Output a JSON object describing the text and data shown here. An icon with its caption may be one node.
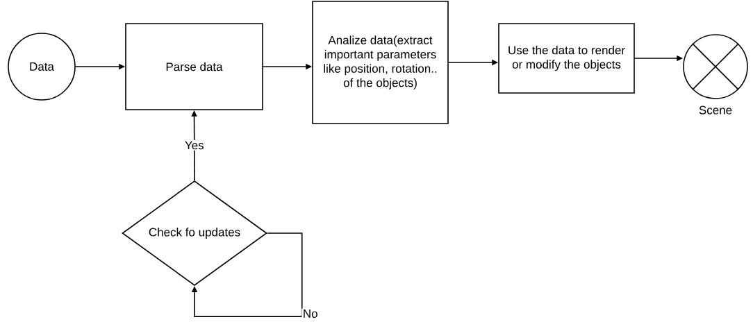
{
  "diagram": {
    "nodes": [
      {
        "text": [
          "Data"
        ]
      },
      {
        "text": [
          "Parse data"
        ]
      },
      {
        "text": [
          "Analize data(extract important parameters like position, rotation.. of the objects)"
        ]
      },
      {
        "text": [
          "Use the data to render or modify the objects"
        ]
      },
      {
        "text": [],
        "shape": "crossed-circle",
        "beside": [
          "Scene"
        ]
      },
      {
        "text": [
          "Check fo updates"
        ]
      }
    ],
    "edges": [
      {
        "from": 0,
        "to": 1,
        "arrow": "to"
      },
      {
        "from": 1,
        "to": 2,
        "arrow": "to"
      },
      {
        "from": 2,
        "to": 3,
        "arrow": "to"
      },
      {
        "from": 3,
        "to": 4,
        "arrow": "to"
      },
      {
        "from": 5,
        "to": 1,
        "arrow": "to",
        "label": "Yes"
      },
      {
        "from": 5,
        "to": 5,
        "arrow": "to",
        "label": "No"
      }
    ]
  }
}
